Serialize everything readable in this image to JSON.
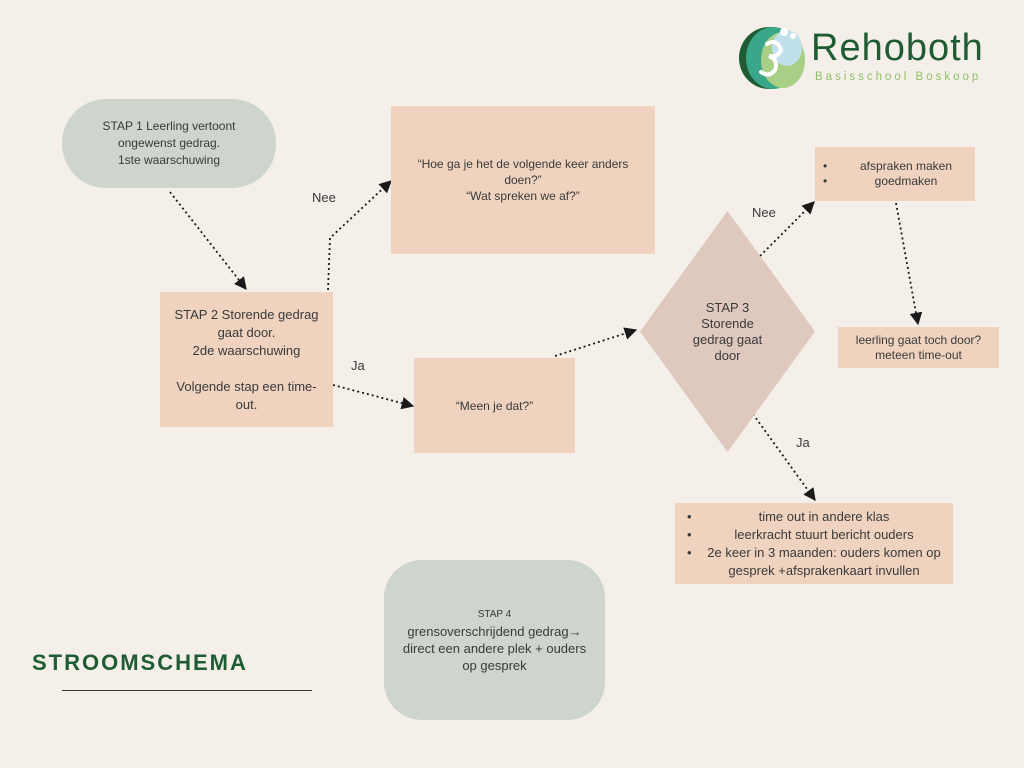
{
  "logo": {
    "name": "Rehoboth",
    "subtitle": "Basisschool Boskoop",
    "icon": "school-logo-icon"
  },
  "title": "STROOMSCHEMA",
  "nodes": {
    "stap1": "STAP 1 Leerling vertoont\nongewenst gedrag.\n1ste waarschuwing",
    "question": "“Hoe ga je het de volgende keer anders\ndoen?”\n“Wat spreken we af?”",
    "stap2": "STAP 2 Storende gedrag\ngaat door.\n2de waarschuwing\n\nVolgende stap een time-\nout.",
    "meen": "“Meen je dat?”",
    "stap3": "STAP 3\nStorende\ngedrag gaat\ndoor",
    "afspraken": [
      "afspraken maken",
      "goedmaken"
    ],
    "leerling": "leerling gaat toch door?\nmeteen time-out",
    "timeout": [
      "time out in andere klas",
      "leerkracht stuurt bericht ouders",
      "2e keer in 3 maanden: ouders komen op gesprek +afsprakenkaart invullen"
    ],
    "stap4_label": "STAP 4",
    "stap4": "grensoverschrijdend gedrag→\ndirect een andere plek + ouders\nop gesprek"
  },
  "labels": {
    "nee1": "Nee",
    "ja1": "Ja",
    "nee2": "Nee",
    "ja2": "Ja"
  },
  "colors": {
    "peach": "#efd3bf",
    "sage": "#cdd5cc",
    "diamond": "#dfc9bf",
    "brand_green": "#1f5c34",
    "background": "#f5efe9"
  }
}
